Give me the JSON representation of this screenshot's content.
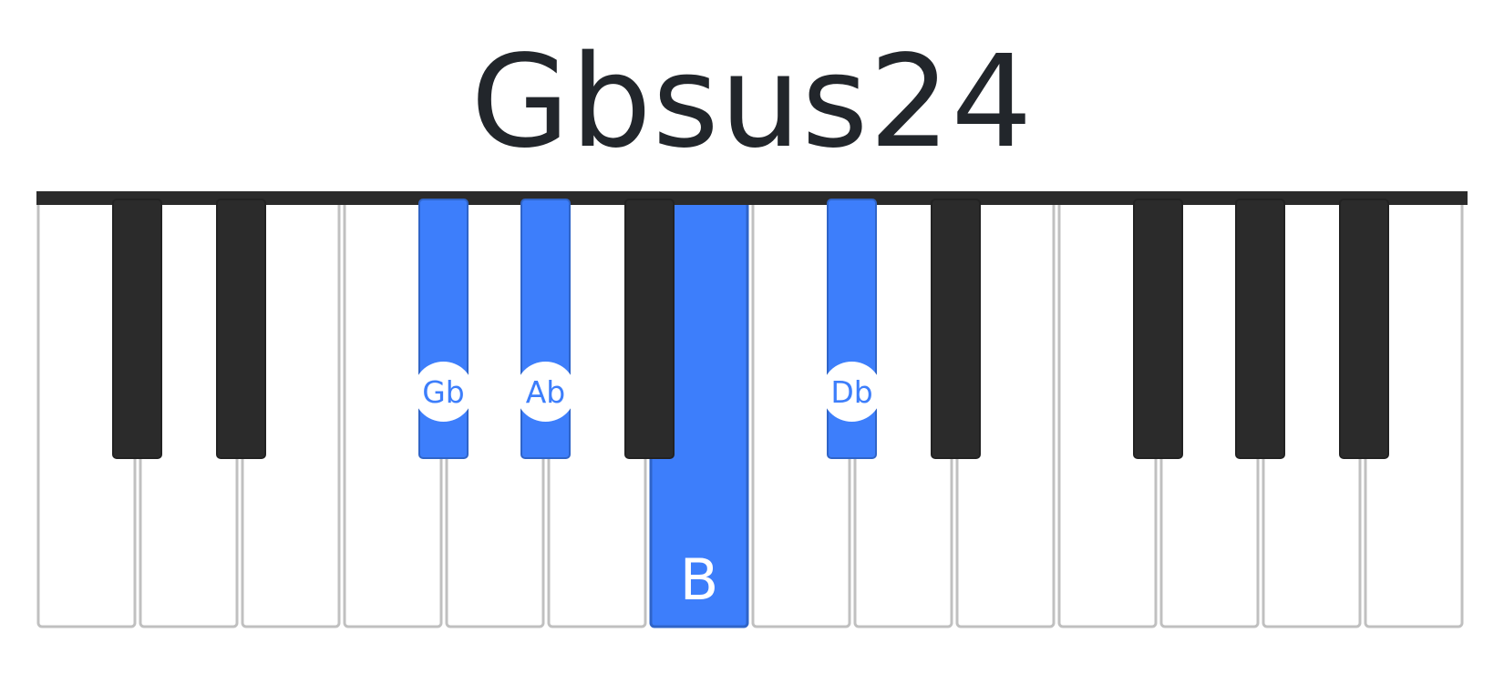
{
  "chord": {
    "name": "Gbsus24"
  },
  "colors": {
    "highlight": "#3d7efb",
    "highlight_border": "#2f64c8",
    "black_key": "#2b2b2b",
    "key_border": "#c0c0c0",
    "bar": "#2b2b2b",
    "white_key": "#ffffff",
    "label_circle": "#ffffff"
  },
  "keyboard": {
    "white_key_count": 14,
    "white_keys": [
      "C",
      "D",
      "E",
      "F",
      "G",
      "A",
      "B",
      "C",
      "D",
      "E",
      "F",
      "G",
      "A",
      "B"
    ],
    "black_keys": [
      "C#",
      "D#",
      "F#",
      "G#",
      "A#",
      "C#",
      "D#",
      "F#",
      "G#",
      "A#"
    ],
    "highlighted_white": [
      {
        "index": 6,
        "label": "B"
      }
    ],
    "highlighted_black": [
      {
        "index": 2,
        "label": "Gb"
      },
      {
        "index": 3,
        "label": "Ab"
      },
      {
        "index": 5,
        "label": "Db"
      }
    ]
  }
}
